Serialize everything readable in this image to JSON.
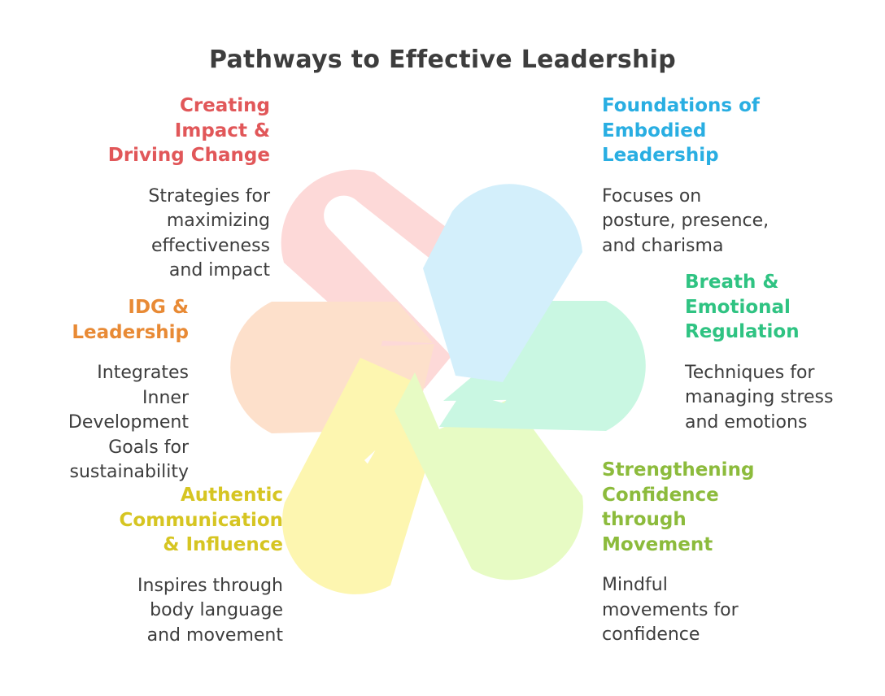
{
  "title": "Pathways to Effective Leadership",
  "topics": [
    {
      "title": "Creating\nImpact &\nDriving Change",
      "description": "Strategies for\nmaximizing\neffectiveness\nand impact",
      "color": "#e15759",
      "band_color": "#fdd9d8",
      "side": "left"
    },
    {
      "title": "Foundations of\nEmbodied\nLeadership",
      "description": "Focuses on\nposture, presence,\nand charisma",
      "color": "#29aee2",
      "band_color": "#d3effb",
      "side": "right"
    },
    {
      "title": "Breath &\nEmotional\nRegulation",
      "description": "Techniques for\nmanaging stress\nand emotions",
      "color": "#2fc382",
      "band_color": "#c9f7e2",
      "side": "right"
    },
    {
      "title": "Strengthening\nConfidence\nthrough\nMovement",
      "description": "Mindful\nmovements for\nconfidence",
      "color": "#8cbb3c",
      "band_color": "#e7fbc4",
      "side": "right"
    },
    {
      "title": "Authentic\nCommunication\n& Influence",
      "description": "Inspires through\nbody language\nand movement",
      "color": "#d6c522",
      "band_color": "#fdf6b0",
      "side": "left"
    },
    {
      "title": "IDG  &\nLeadership",
      "description": "Integrates\nInner\nDevelopment\nGoals for\nsustainability",
      "color": "#e88a35",
      "band_color": "#fde0cb",
      "side": "left"
    }
  ]
}
